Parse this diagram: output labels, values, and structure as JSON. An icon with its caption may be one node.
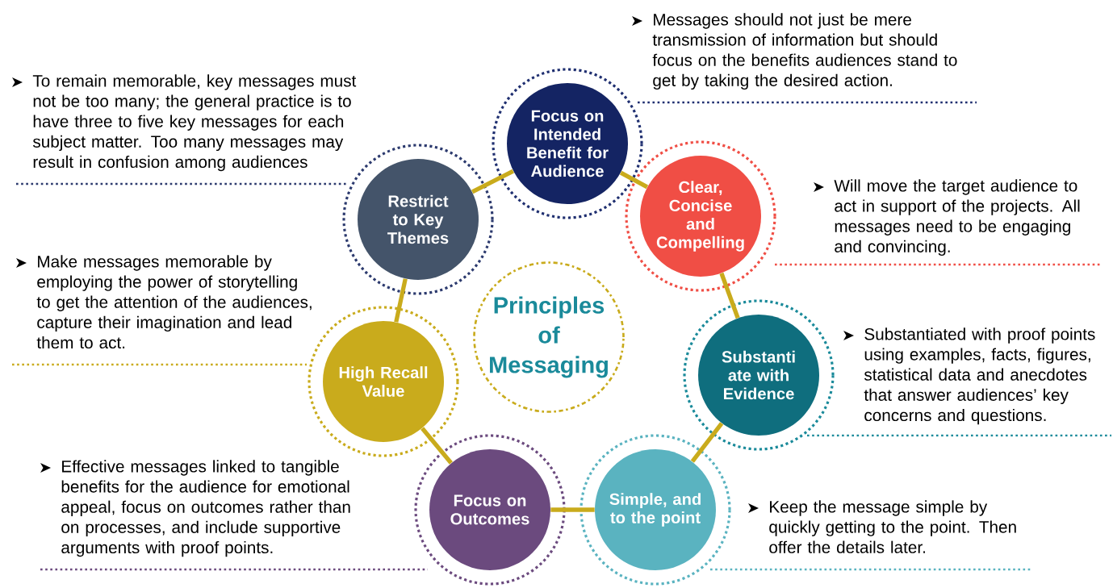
{
  "diagram": {
    "nodes": [
      {
        "text": [
          "Focus on Intended Benefit for Audience"
        ]
      },
      {
        "text": [
          "Clear, Concise and Compelling"
        ]
      },
      {
        "text": [
          "Substanti ate with Evidence"
        ]
      },
      {
        "text": [
          "Simple, and to the point"
        ]
      },
      {
        "text": [
          "Focus on Outcomes"
        ]
      },
      {
        "text": [
          "High Recall Value"
        ]
      },
      {
        "text": [
          "Restrict to Key Themes"
        ]
      },
      {
        "text": [
          "Principles of Messaging"
        ]
      }
    ],
    "edges": [
      {
        "from": 0,
        "to": 1,
        "arrow": "none"
      },
      {
        "from": 1,
        "to": 2,
        "arrow": "none"
      },
      {
        "from": 2,
        "to": 3,
        "arrow": "none"
      },
      {
        "from": 3,
        "to": 4,
        "arrow": "none"
      },
      {
        "from": 4,
        "to": 5,
        "arrow": "none"
      },
      {
        "from": 5,
        "to": 6,
        "arrow": "none"
      },
      {
        "from": 6,
        "to": 0,
        "arrow": "none"
      }
    ],
    "labels": [
      "Messages should not just be mere transmission of information but should focus on the benefits audiences stand to get by taking the desired action.",
      "To remain memorable,  key messages must not be too many; the general practice is to have three to five key messages for each subject matter. Too many messages may result in confusion among audiences",
      "Will move the target audience to act in support of the projects. All messages need to be engaging and convincing.",
      "Make messages memorable by employing the power of storytelling to get the attention of the audiences, capture their imagination and lead them to act.",
      "Substantiated with proof points using examples, facts, figures, statistical data and anecdotes that answer audiences’ key concerns and questions.",
      "Effective messages linked to tangible benefits for the audience for emotional appeal, focus on outcomes rather than on processes, and include supportive arguments with proof points.",
      "Keep the message simple by quickly getting to the point. Then offer the details later."
    ]
  }
}
